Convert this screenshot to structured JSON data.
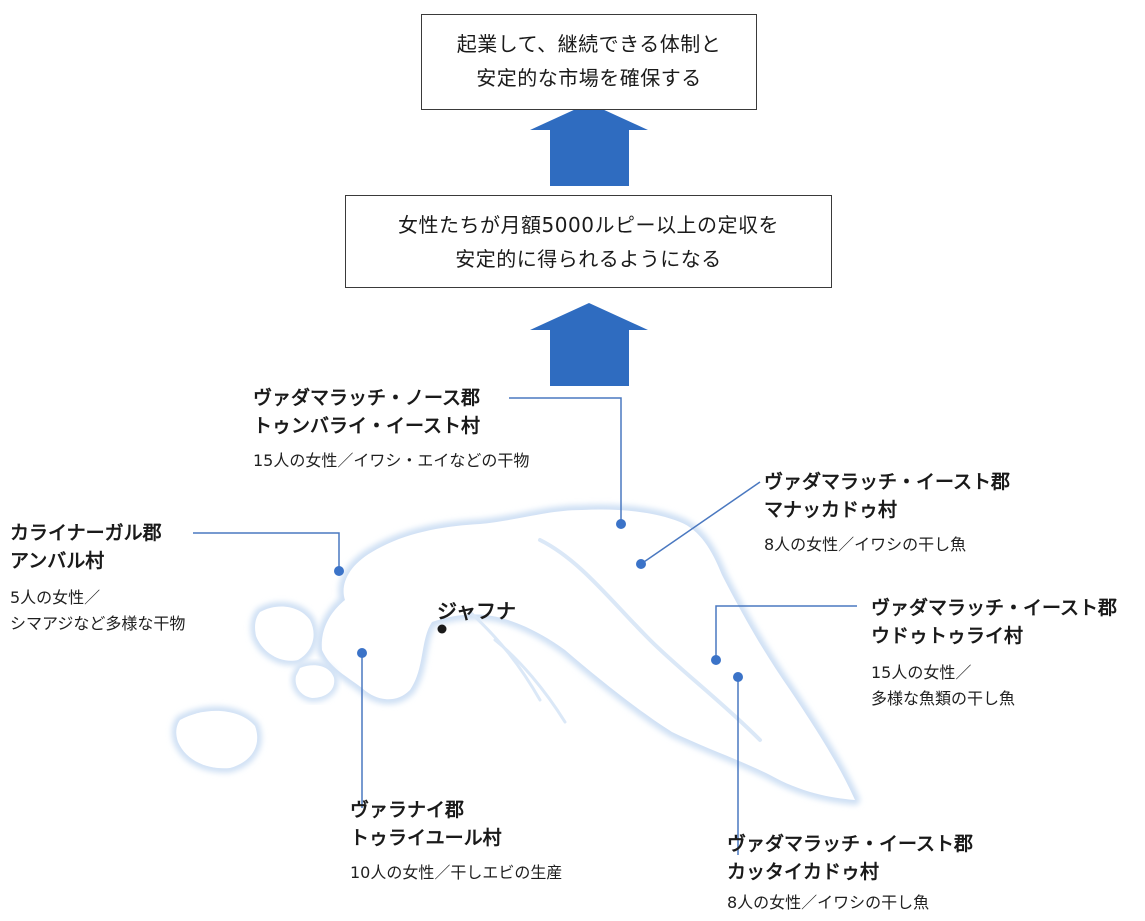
{
  "goals": {
    "top": {
      "line1": "起業して、継続できる体制と",
      "line2": "安定的な市場を確保する"
    },
    "middle": {
      "line1": "女性たちが月額5000ルピー以上の定収を",
      "line2": "安定的に得られるようになる"
    }
  },
  "city": {
    "label": "ジャフナ"
  },
  "sites": [
    {
      "district": "ヴァダマラッチ・ノース郡",
      "village": "トゥンバライ・イースト村",
      "description": "15人の女性／イワシ・エイなどの干物"
    },
    {
      "district": "ヴァダマラッチ・イースト郡",
      "village": "マナッカドゥ村",
      "description": "8人の女性／イワシの干し魚"
    },
    {
      "district": "カライナーガル郡",
      "village": "アンバル村",
      "description_line1": "5人の女性／",
      "description_line2": "シマアジなど多様な干物"
    },
    {
      "district": "ヴァダマラッチ・イースト郡",
      "village": "ウドゥトゥライ村",
      "description_line1": "15人の女性／",
      "description_line2": "多様な魚類の干し魚"
    },
    {
      "district": "ヴァラナイ郡",
      "village": "トゥライユール村",
      "description": "10人の女性／干しエビの生産"
    },
    {
      "district": "ヴァダマラッチ・イースト郡",
      "village": "カッタイカドゥ村",
      "description": "8人の女性／イワシの干し魚"
    }
  ],
  "colors": {
    "arrow": "#2f6cc0",
    "marker": "#3b73c8",
    "leader_line": "#4a78c0",
    "land_outline": "#cfe0f4",
    "city_marker": "#1a1a1a",
    "box_border": "#3a3a3a"
  }
}
